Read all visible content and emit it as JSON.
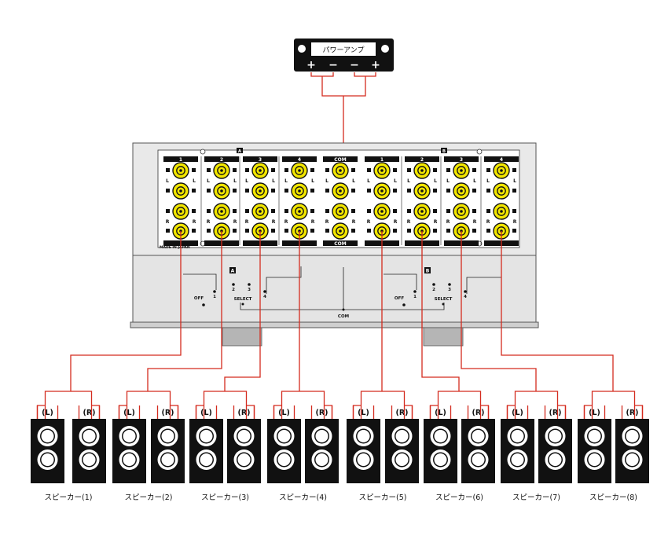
{
  "amp": {
    "label": "パワーアンプ",
    "terminals": [
      "+",
      "−",
      "−",
      "+"
    ]
  },
  "selector": {
    "bank_a": "A",
    "bank_b": "B",
    "channels": [
      "1",
      "2",
      "3",
      "4"
    ],
    "com_label": "COM",
    "lr_labels": [
      "L",
      "R"
    ],
    "made_in": "MADE IN JAPAN",
    "positions": [
      "OFF",
      "1",
      "2",
      "3",
      "4"
    ],
    "select_label": "SELECT",
    "com_bottom": "COM"
  },
  "pair_labels": [
    "(L)",
    "(R)"
  ],
  "speakers": [
    "スピーカー(1)",
    "スピーカー(2)",
    "スピーカー(3)",
    "スピーカー(4)",
    "スピーカー(5)",
    "スピーカー(6)",
    "スピーカー(7)",
    "スピーカー(8)"
  ],
  "colors": {
    "wire": "#d42b1e",
    "binding_post": "#f2e600",
    "panel": "#e8e8e8",
    "speaker": "#111111"
  }
}
